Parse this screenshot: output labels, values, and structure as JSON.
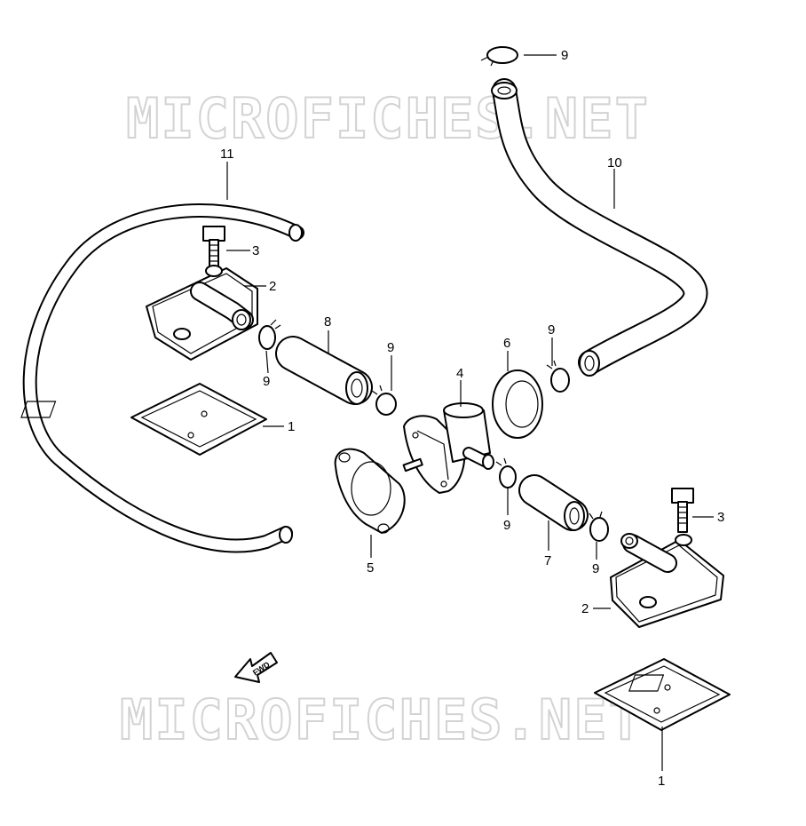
{
  "watermark_text": "MICROFICHES.NET",
  "fwd_label": "FWD",
  "callouts": {
    "c1a": "1",
    "c1b": "1",
    "c2a": "2",
    "c2b": "2",
    "c3a": "3",
    "c3b": "3",
    "c4": "4",
    "c5": "5",
    "c6": "6",
    "c7": "7",
    "c8": "8",
    "c9a": "9",
    "c9b": "9",
    "c9c": "9",
    "c9d": "9",
    "c9e": "9",
    "c9f": "9",
    "c10": "10",
    "c11": "11"
  },
  "colors": {
    "line": "#000000",
    "watermark": "#d3d3d3",
    "background": "#ffffff"
  }
}
